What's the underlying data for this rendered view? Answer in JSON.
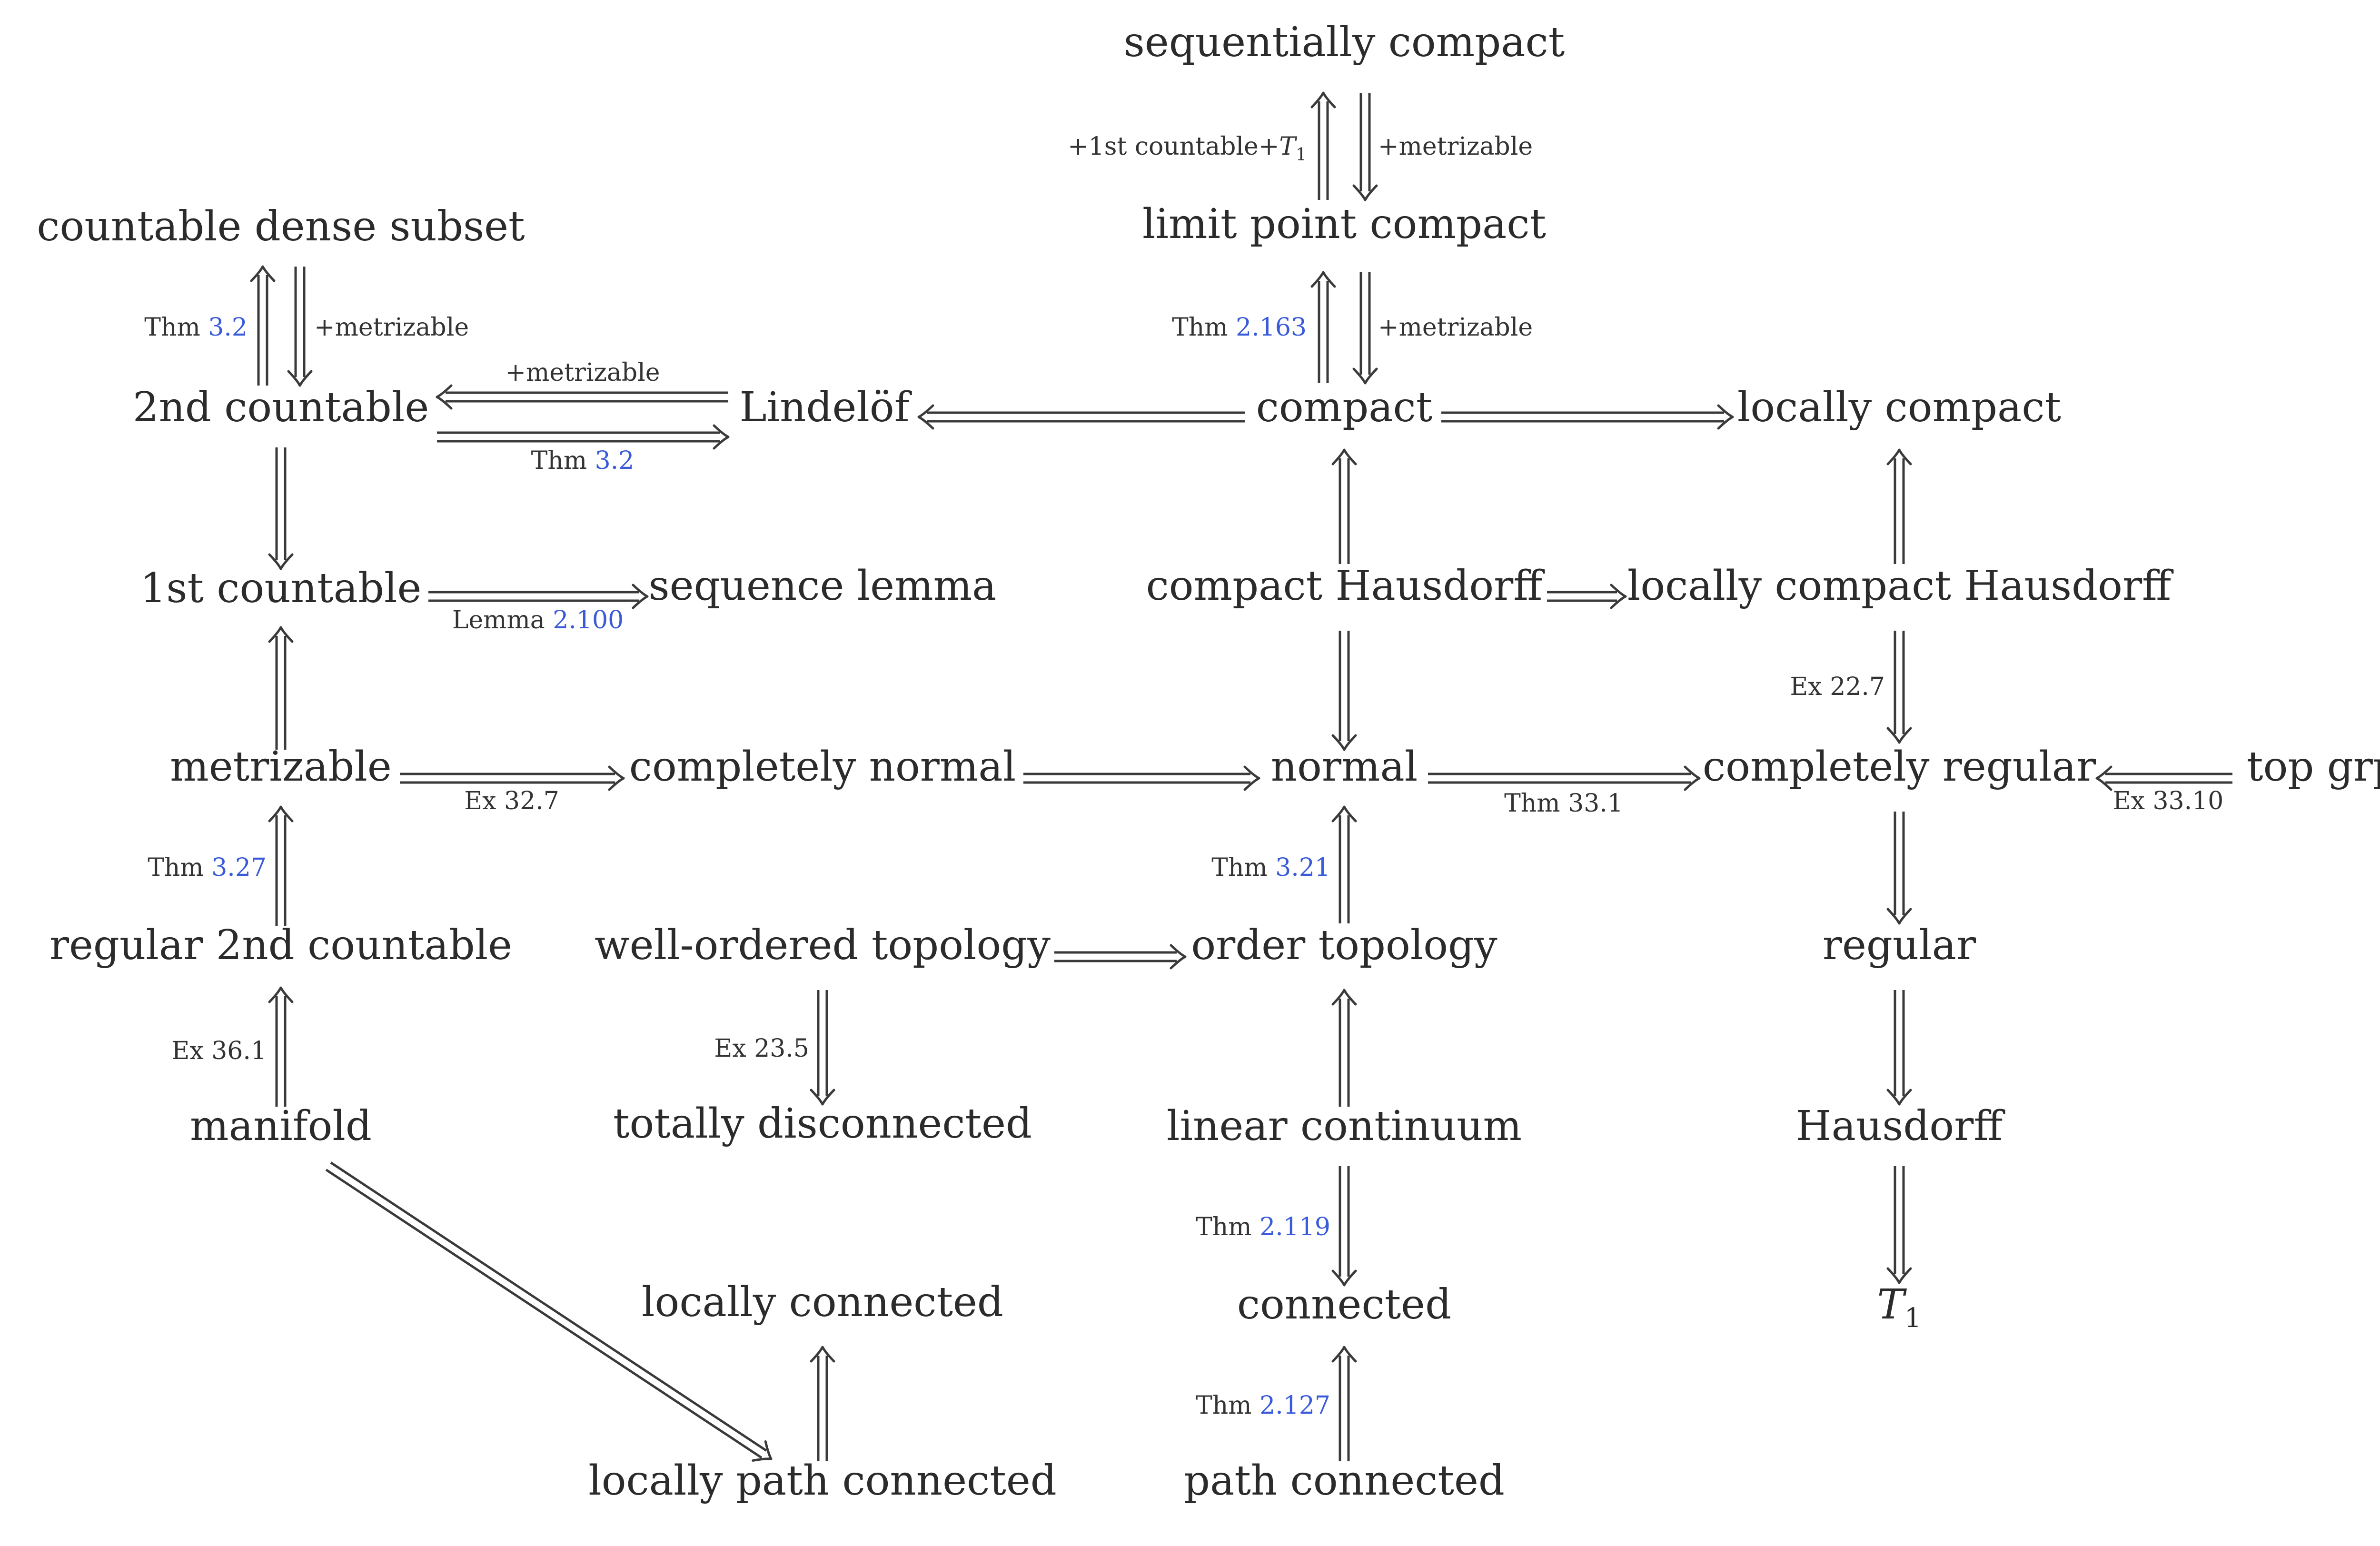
{
  "nodes": {
    "sequentially_compact": "sequentially compact",
    "countable_dense_subset": "countable dense subset",
    "limit_point_compact": "limit point compact",
    "second_countable": "2nd countable",
    "lindelof": "Lindelöf",
    "compact": "compact",
    "locally_compact": "locally compact",
    "first_countable": "1st countable",
    "sequence_lemma": "sequence lemma",
    "compact_hausdorff": "compact Hausdorff",
    "locally_compact_hausdorff": "locally compact Hausdorff",
    "metrizable": "metrizable",
    "completely_normal": "completely normal",
    "normal": "normal",
    "completely_regular": "completely regular",
    "top_grp": "top grp",
    "regular_2nd_countable": "regular 2nd countable",
    "well_ordered_topology": "well-ordered topology",
    "order_topology": "order topology",
    "regular": "regular",
    "manifold": "manifold",
    "totally_disconnected": "totally disconnected",
    "linear_continuum": "linear continuum",
    "hausdorff": "Hausdorff",
    "locally_connected": "locally connected",
    "connected": "connected",
    "t1_letter": "T",
    "t1_sub": "1",
    "locally_path_connected": "locally path connected",
    "path_connected": "path connected"
  },
  "labels": {
    "first_countable_t1_prefix": "+1st countable+",
    "first_countable_t1_letter": "T",
    "first_countable_t1_sub": "1",
    "plus_metrizable": "+metrizable",
    "thm": "Thm",
    "lemma": "Lemma",
    "ex": "Ex",
    "ref_3_2": "3.2",
    "ref_2_163": "2.163",
    "ref_2_100": "2.100",
    "ref_3_27": "3.27",
    "ref_3_21": "3.21",
    "ref_2_119": "2.119",
    "ref_2_127": "2.127",
    "ex_22_7": "22.7",
    "ex_32_7": "32.7",
    "thm_33_1": "33.1",
    "ex_33_10": "33.10",
    "ex_36_1": "36.1",
    "ex_23_5": "23.5"
  }
}
